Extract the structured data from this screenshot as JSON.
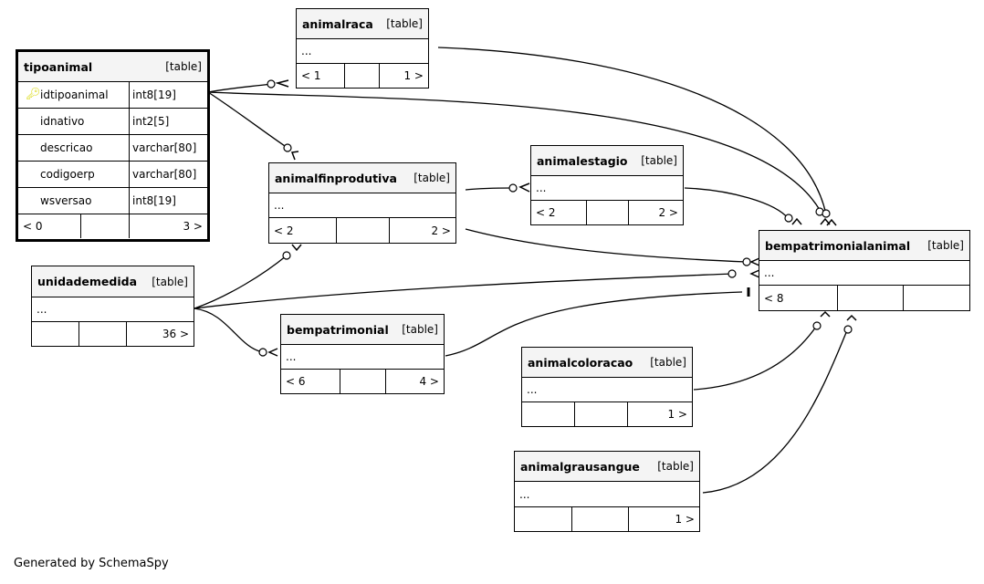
{
  "footer": "Generated by SchemaSpy",
  "icons": {
    "primary_key": "key-icon"
  },
  "colors": {
    "primary_key": "#d8d800",
    "header_bg": "#f4f4f4"
  },
  "tables": {
    "tipoanimal": {
      "name": "tipoanimal",
      "tag": "[table]",
      "columns": [
        {
          "name": "idtipoanimal",
          "type": "int8[19]",
          "pk": true
        },
        {
          "name": "idnativo",
          "type": "int2[5]"
        },
        {
          "name": "descricao",
          "type": "varchar[80]"
        },
        {
          "name": "codigoerp",
          "type": "varchar[80]"
        },
        {
          "name": "wsversao",
          "type": "int8[19]"
        }
      ],
      "parents": "< 0",
      "children": "3 >"
    },
    "animalraca": {
      "name": "animalraca",
      "tag": "[table]",
      "dots": "...",
      "parents": "< 1",
      "children": "1 >"
    },
    "animalfinprodutiva": {
      "name": "animalfinprodutiva",
      "tag": "[table]",
      "dots": "...",
      "parents": "< 2",
      "children": "2 >"
    },
    "animalestagio": {
      "name": "animalestagio",
      "tag": "[table]",
      "dots": "...",
      "parents": "< 2",
      "children": "2 >"
    },
    "bempatrimonialanimal": {
      "name": "bempatrimonialanimal",
      "tag": "[table]",
      "dots": "...",
      "parents": "< 8",
      "children": ""
    },
    "unidademedida": {
      "name": "unidademedida",
      "tag": "[table]",
      "dots": "...",
      "parents": "",
      "children": "36 >"
    },
    "bempatrimonial": {
      "name": "bempatrimonial",
      "tag": "[table]",
      "dots": "...",
      "parents": "< 6",
      "children": "4 >"
    },
    "animalcoloracao": {
      "name": "animalcoloracao",
      "tag": "[table]",
      "dots": "...",
      "parents": "",
      "children": "1 >"
    },
    "animalgrausangue": {
      "name": "animalgrausangue",
      "tag": "[table]",
      "dots": "...",
      "parents": "",
      "children": "1 >"
    }
  }
}
